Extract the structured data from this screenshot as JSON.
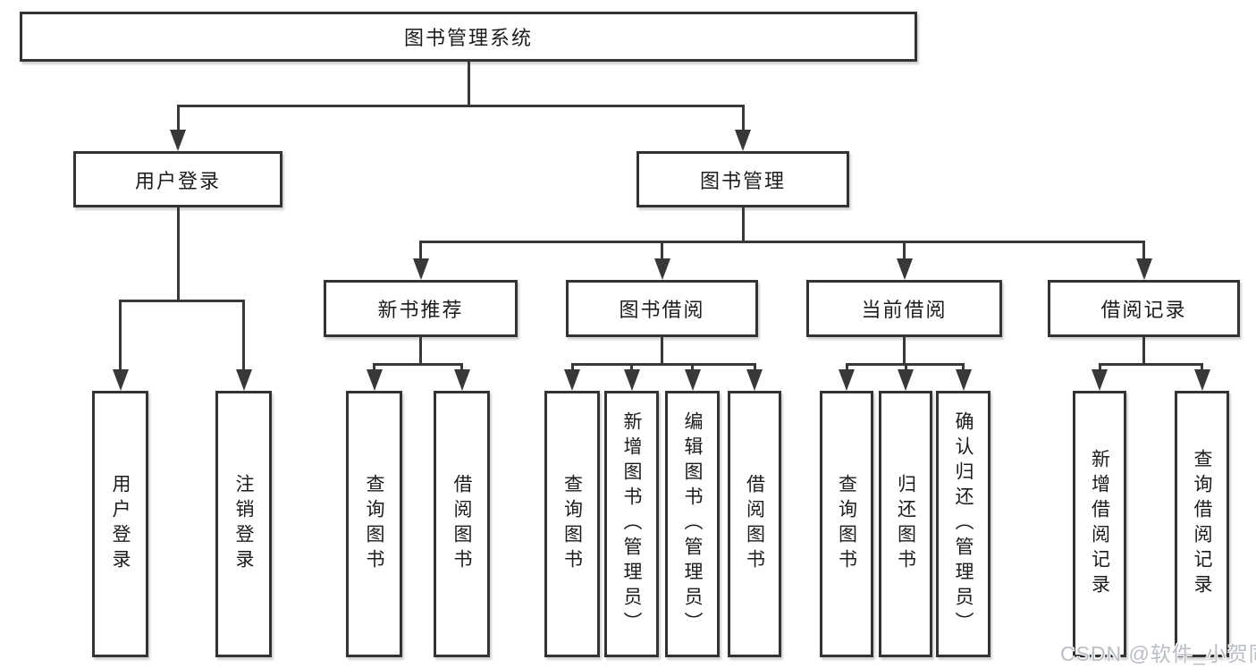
{
  "root": {
    "label": "图书管理系统"
  },
  "level2": {
    "user_login": {
      "label": "用户登录"
    },
    "book_management": {
      "label": "图书管理"
    }
  },
  "level3": {
    "new_book_recommend": {
      "label": "新书推荐"
    },
    "book_borrow": {
      "label": "图书借阅"
    },
    "current_borrow": {
      "label": "当前借阅"
    },
    "borrow_records": {
      "label": "借阅记录"
    }
  },
  "leaves": {
    "user_login": [
      "用户登录",
      "注销登录"
    ],
    "new_book_recommend": [
      "查询图书",
      "借阅图书"
    ],
    "book_borrow": [
      "查询图书",
      "新增图书（管理员）",
      "编辑图书（管理员）",
      "借阅图书"
    ],
    "current_borrow": [
      "查询图书",
      "归还图书",
      "确认归还（管理员）"
    ],
    "borrow_records": [
      "新增借阅记录",
      "查询借阅记录"
    ]
  },
  "watermark": "CSDN @软件_小贺同学",
  "colors": {
    "line": "#383838",
    "box_border": "#333333",
    "text": "#1c1c1c",
    "watermark_text": "#b9bdc4",
    "background": "#ffffff"
  }
}
